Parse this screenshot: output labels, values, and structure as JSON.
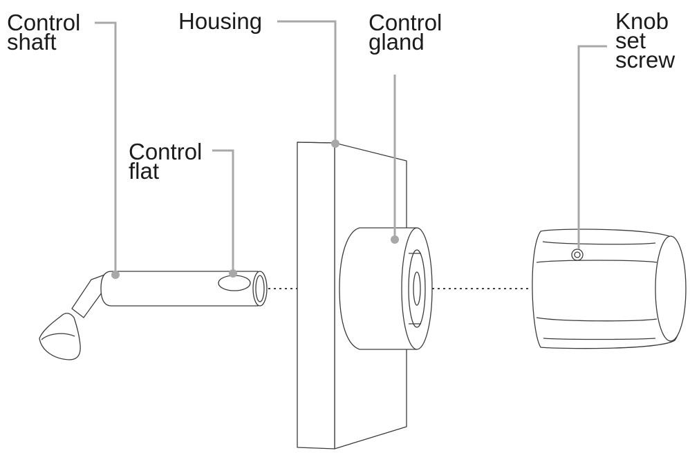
{
  "diagram": {
    "labels": {
      "control_shaft": [
        "Control",
        "shaft"
      ],
      "housing": [
        "Housing"
      ],
      "control_gland": [
        "Control",
        "gland"
      ],
      "knob_set_screw": [
        "Knob",
        "set",
        "screw"
      ],
      "control_flat": [
        "Control",
        "flat"
      ]
    },
    "colors": {
      "outline": "#3a3a3a",
      "leader": "#a8a8a8",
      "text": "#1b1b1b",
      "background": "#ffffff"
    }
  }
}
